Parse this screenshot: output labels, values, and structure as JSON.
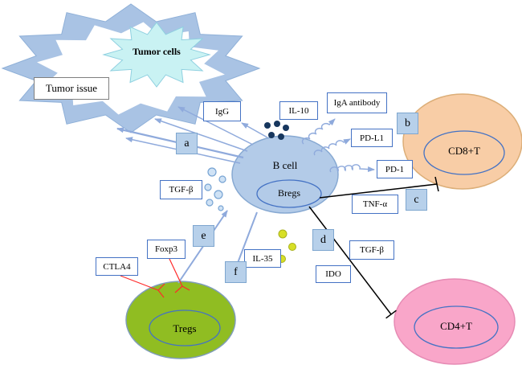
{
  "nodes": {
    "tumor_issue": "Tumor issue",
    "tumor_cells": "Tumor cells",
    "b_cell": "B cell",
    "bregs": "Bregs",
    "cd8_t": "CD8+T",
    "cd4_t": "CD4+T",
    "tregs": "Tregs"
  },
  "molecules": {
    "igg": "IgG",
    "il10": "IL-10",
    "iga_antibody": "IgA antibody",
    "pd_l1": "PD-L1",
    "pd_1": "PD-1",
    "tnf_alpha": "TNF-α",
    "tgf_beta_left": "TGF-β",
    "foxp3": "Foxp3",
    "ctla4": "CTLA4",
    "il35": "IL-35",
    "tgf_beta_right": "TGF-β",
    "ido": "IDO"
  },
  "markers": {
    "a": "a",
    "b": "b",
    "c": "c",
    "d": "d",
    "e": "e",
    "f": "f"
  },
  "colors": {
    "b_cell_fill": "#b3cbe8",
    "cd8_fill": "#f8cda6",
    "cd4_fill": "#f9a6c9",
    "tregs_fill": "#90bd22",
    "tumor_cells_fill": "#c9f2f3",
    "splash_fill": "#a9c3e4",
    "arrow": "#8faadc",
    "box_border": "#4472c4",
    "marker_square_fill": "#b7d0ea",
    "inhibition_line": "#000000",
    "red_line": "#ff2a2a",
    "dark_dot": "#17375e",
    "bubble_stroke": "#76a3d3",
    "yellow_dot": "#d7df26"
  }
}
